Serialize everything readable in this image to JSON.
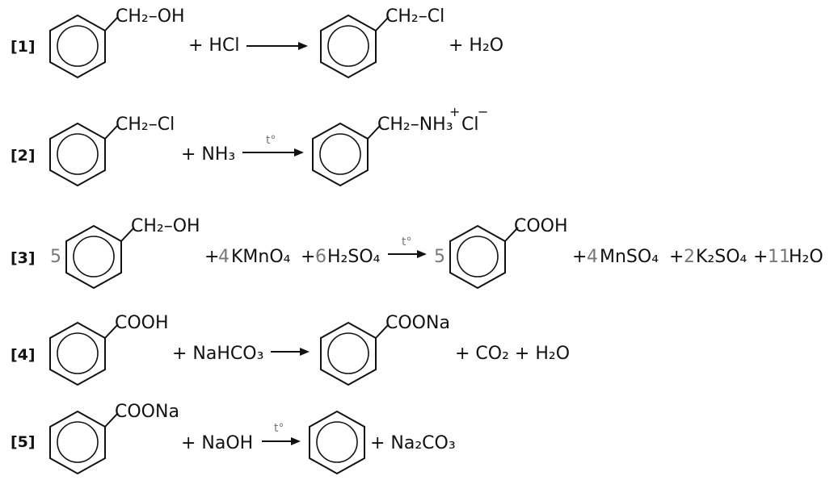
{
  "reactions": [
    {
      "number": "[1]",
      "reactant1_group": "CH₂–OH",
      "reagent": "+ HCl",
      "product1_group": "CH₂–Cl",
      "byproducts": "+ H₂O"
    },
    {
      "number": "[2]",
      "reactant1_group": "CH₂–Cl",
      "reagent": "+ NH₃",
      "condition": "t°",
      "product1_group": "CH₂–NH₃",
      "product1_charge_plus": "+",
      "product1_counterion": "Cl",
      "product1_charge_minus": "−"
    },
    {
      "number": "[3]",
      "coef_reactant": "5",
      "reactant1_group": "CH₂–OH",
      "reagent_plus1": "+",
      "reagent_coef1": "4",
      "reagent1": "KMnO₄",
      "reagent_plus2": "+",
      "reagent_coef2": "6",
      "reagent2": "H₂SO₄",
      "condition": "t°",
      "coef_product": "5",
      "product1_group": "COOH",
      "bp_plus1": "+",
      "bp_coef1": "4",
      "bp1": "MnSO₄",
      "bp_plus2": "+",
      "bp_coef2": "2",
      "bp2": "K₂SO₄",
      "bp_plus3": "+",
      "bp_coef3": "11",
      "bp3": "H₂O"
    },
    {
      "number": "[4]",
      "reactant1_group": "COOH",
      "reagent": "+ NaHCO₃",
      "product1_group": "COONa",
      "byproducts": "+ CO₂ + H₂O"
    },
    {
      "number": "[5]",
      "reactant1_group": "COONa",
      "reagent": "+ NaOH",
      "condition": "t°",
      "byproducts": "+ Na₂CO₃"
    }
  ]
}
